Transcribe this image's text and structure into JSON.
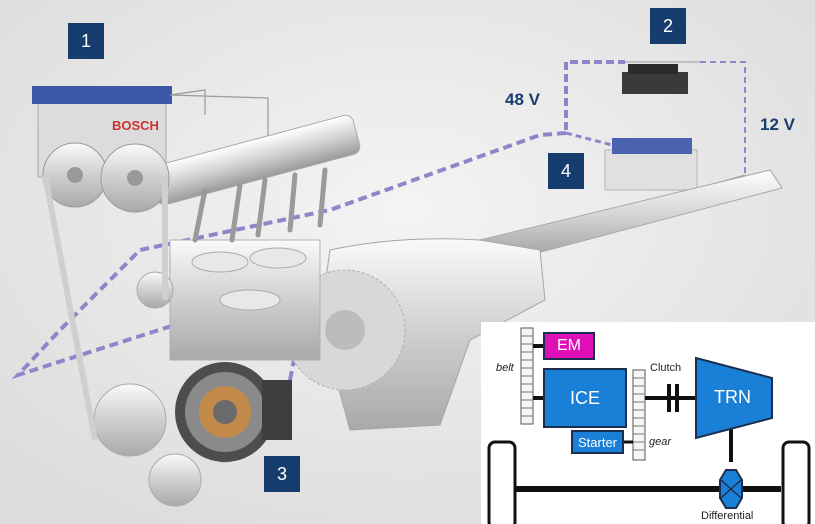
{
  "markers": {
    "m1": "1",
    "m2": "2",
    "m3": "3",
    "m4": "4"
  },
  "voltages": {
    "v48": "48 V",
    "v12": "12 V"
  },
  "components": {
    "battery_brand": "BOSCH"
  },
  "schematic": {
    "em": "EM",
    "ice": "ICE",
    "trn": "TRN",
    "starter": "Starter",
    "belt": "belt",
    "gear": "gear",
    "clutch": "Clutch",
    "differential": "Differential"
  },
  "colors": {
    "marker_bg": "#173d6e",
    "em": "#e010b8",
    "blocks": "#1a7fd6",
    "wire": "#8f86c9"
  }
}
